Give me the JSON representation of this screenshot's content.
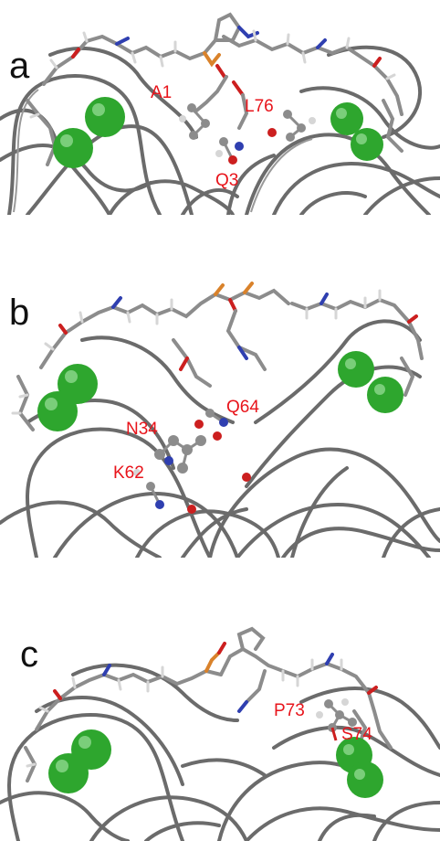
{
  "colors": {
    "ribbon": "#6b6b6b",
    "ribbon_light": "#9a9a9a",
    "ligand_carbon": "#8c8c8c",
    "ligand_hydrogen": "#d6d6d6",
    "oxygen": "#cc1f1f",
    "nitrogen": "#2f3fb0",
    "phosphorus": "#d9822b",
    "calcium": "#2ea62e",
    "label": "#e8141b"
  },
  "panels": [
    {
      "letter": "a",
      "labels": [
        "A1",
        "L76",
        "Q3"
      ]
    },
    {
      "letter": "b",
      "labels": [
        "Q64",
        "N34",
        "K62"
      ]
    },
    {
      "letter": "c",
      "labels": [
        "P73",
        "S74"
      ]
    }
  ]
}
